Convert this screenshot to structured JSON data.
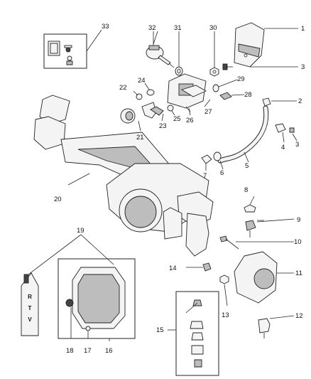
{
  "diagram": {
    "callouts": [
      "1",
      "2",
      "3",
      "3",
      "4",
      "5",
      "6",
      "7",
      "8",
      "9",
      "10",
      "11",
      "12",
      "13",
      "14",
      "15",
      "16",
      "17",
      "18",
      "19",
      "20",
      "21",
      "22",
      "23",
      "24",
      "25",
      "26",
      "27",
      "28",
      "29",
      "30",
      "31",
      "32",
      "33"
    ],
    "tube_label": [
      "R",
      "T",
      "V"
    ],
    "colors": {
      "line": "#222222",
      "part_fill": "#f4f4f4",
      "shade": "#bdbdbd",
      "dark": "#444444",
      "background": "#ffffff"
    }
  }
}
